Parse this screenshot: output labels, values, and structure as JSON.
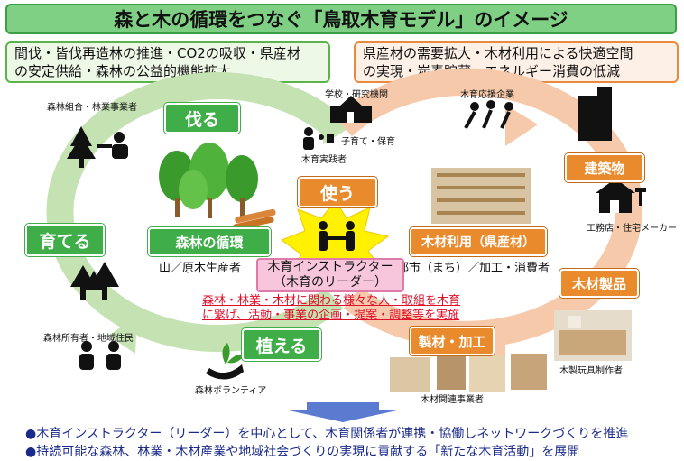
{
  "title": "森と木の循環をつなぐ「鳥取木育モデル」のイメージ",
  "top_left_box": {
    "line1": "間伐・皆伐再造林の推進・CO2の吸収・県産材",
    "line2": "の安定供給・森林の公益的機能拡大"
  },
  "top_right_box": {
    "line1": "県産材の需要拡大・木材利用による快適空間",
    "line2": "の実現・炭素貯蔵・エネルギー消費の低減"
  },
  "cycle_labels": {
    "cut": "伐る",
    "grow": "育てる",
    "plant": "植える",
    "use": "使う",
    "forest_cycle": "森林の循環",
    "wood_use": "木材利用（県産材）",
    "building": "建築物",
    "wood_products": "木材製品",
    "processing": "製材・加工"
  },
  "actors": {
    "forest_assoc": "森林組合・林業事業者",
    "owners": "森林所有者・地域住民",
    "volunteers": "森林ボランティア",
    "mountain": "山／原木生産者",
    "city": "都市（まち）／加工・消費者",
    "school": "学校・研究機関",
    "childcare": "子育て・保育",
    "practitioner": "木育実践者",
    "support_company": "木育応援企業",
    "builder": "工務店・住宅メーカー",
    "toy_maker": "木製玩具制作者",
    "wood_business": "木材関連事業者"
  },
  "instructor": {
    "line1": "木育インストラクター",
    "line2": "（木育のリーダー）"
  },
  "red_text": {
    "line1": "森林・林業・木材に関わる様々な人・取組を木育",
    "line2": "に繋げ、活動・事業の企画・提案・調整等を実施"
  },
  "bullets": [
    "●木育インストラクター（リーダー）を中心として、木育関係者が連携・協働しネットワークづくりを推進",
    "●持続可能な森林、林業・木材産業や地域社会づくりの実現に貢献する「新たな木育活動」を展開"
  ],
  "colors": {
    "green": "#3fae49",
    "orange": "#e98a2c",
    "red_text": "#e0102a",
    "bullet_text": "#1a2a8a"
  }
}
